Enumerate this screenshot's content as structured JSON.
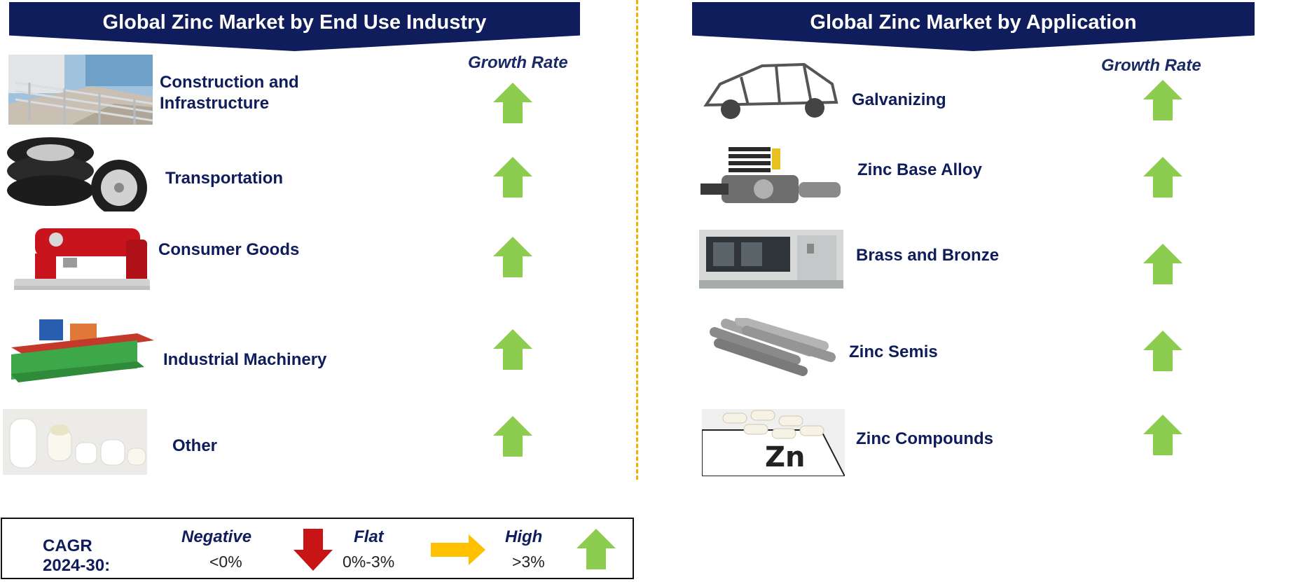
{
  "left_panel": {
    "title": "Global Zinc Market by End Use Industry",
    "growth_label": "Growth Rate",
    "rows": [
      {
        "label": "Construction and Infrastructure",
        "image": "railing-stairs-photo",
        "trend": "high"
      },
      {
        "label": "Transportation",
        "image": "tires-photo",
        "trend": "high"
      },
      {
        "label": "Consumer Goods",
        "image": "red-coffee-machine-photo",
        "trend": "high"
      },
      {
        "label": "Industrial Machinery",
        "image": "roll-forming-machine-photo",
        "trend": "high"
      },
      {
        "label": "Other",
        "image": "ceramic-tubes-photo",
        "trend": "high"
      }
    ]
  },
  "right_panel": {
    "title": "Global Zinc Market by Application",
    "growth_label": "Growth Rate",
    "rows": [
      {
        "label": "Galvanizing",
        "image": "car-body-frame-photo",
        "trend": "high"
      },
      {
        "label": "Zinc Base Alloy",
        "image": "engine-part-photo",
        "trend": "high"
      },
      {
        "label": "Brass and Bronze",
        "image": "industrial-cabinet-photo",
        "trend": "high"
      },
      {
        "label": "Zinc Semis",
        "image": "metal-bars-photo",
        "trend": "high"
      },
      {
        "label": "Zinc Compounds",
        "image": "zinc-capsules-photo",
        "trend": "high"
      }
    ]
  },
  "legend": {
    "cagr_label": "CAGR",
    "period_label": "2024-30:",
    "negative": {
      "label": "Negative",
      "range": "<0%",
      "icon": "red-down-arrow-icon"
    },
    "flat": {
      "label": "Flat",
      "range": "0%-3%",
      "icon": "yellow-right-arrow-icon"
    },
    "high": {
      "label": "High",
      "range": ">3%",
      "icon": "green-up-arrow-icon"
    }
  },
  "colors": {
    "banner": "#0f1d5c",
    "text_navy": "#0f1d5c",
    "divider": "#f0b400",
    "up_green": "#8ccc4e",
    "down_red": "#c81414",
    "flat_yellow": "#ffc000"
  }
}
